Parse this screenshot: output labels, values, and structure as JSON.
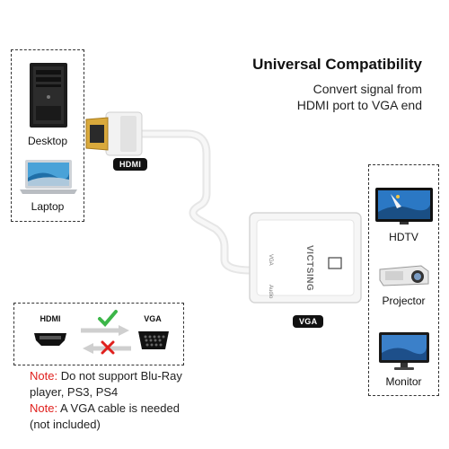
{
  "header": {
    "title": "Universal Compatibility",
    "subtitle_line1": "Convert signal from",
    "subtitle_line2": "HDMI port to VGA end"
  },
  "left_devices": [
    {
      "label": "Desktop",
      "icon": "desktop-tower-icon"
    },
    {
      "label": "Laptop",
      "icon": "laptop-icon"
    }
  ],
  "right_devices": [
    {
      "label": "HDTV",
      "icon": "tv-icon"
    },
    {
      "label": "Projector",
      "icon": "projector-icon"
    },
    {
      "label": "Monitor",
      "icon": "monitor-icon"
    }
  ],
  "adapter": {
    "hdmi_tag": "HDMI",
    "vga_tag": "VGA",
    "brand": "VICTSING",
    "port_text_1": "VGA",
    "port_text_2": "Audio"
  },
  "direction": {
    "left_label": "HDMI",
    "right_label": "VGA",
    "supported": "check-icon",
    "unsupported": "cross-icon"
  },
  "notes": {
    "label1": "Note:",
    "text1a": " Do not support Blu-Ray",
    "text1b": "player, PS3, PS4",
    "label2": "Note:",
    "text2a": " A VGA cable is needed",
    "text2b": "(not included)"
  },
  "colors": {
    "accent_red": "#e0201d",
    "check_green": "#3cb648",
    "gold": "#d9a93c"
  }
}
